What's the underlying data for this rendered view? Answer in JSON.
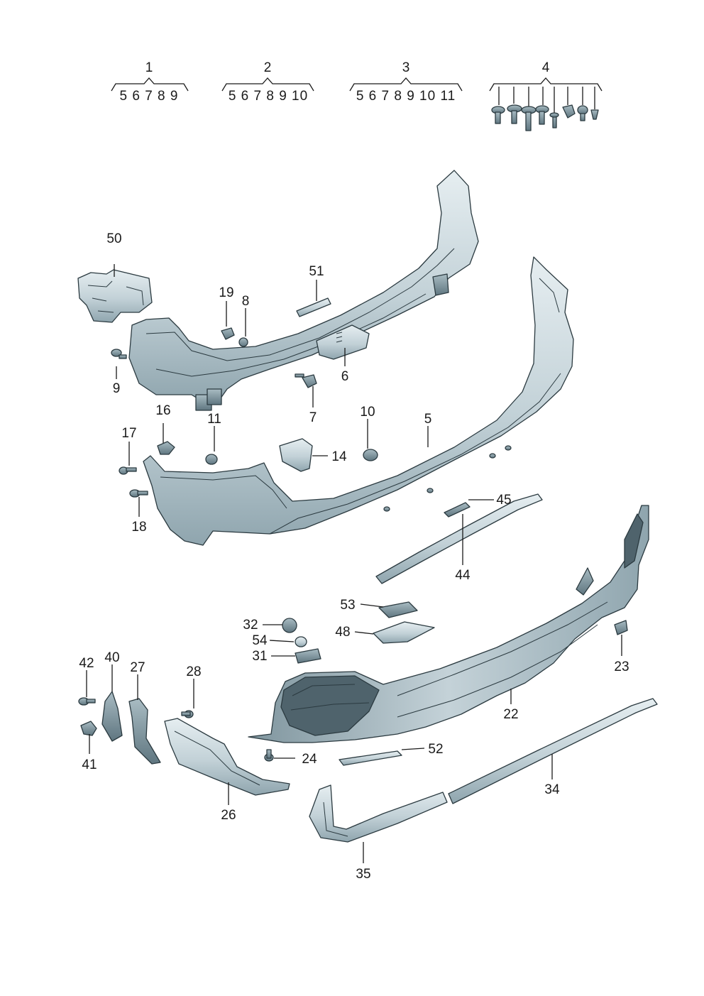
{
  "colors": {
    "part_light": "#dfe8ec",
    "part_mid": "#b9c9cf",
    "part_dark": "#5f7680",
    "outline": "#2b3a40",
    "ink": "#1a1a1a"
  },
  "groups": [
    {
      "number": "1",
      "members": "5 6 7 8 9"
    },
    {
      "number": "2",
      "members": "5 6 7 8 9 10"
    },
    {
      "number": "3",
      "members": "5 6 7 8 9 10 11"
    },
    {
      "number": "4",
      "members": ""
    }
  ],
  "labels": {
    "p50": "50",
    "p51": "51",
    "p19": "19",
    "p8": "8",
    "p9": "9",
    "p6": "6",
    "p7": "7",
    "p16": "16",
    "p17": "17",
    "p11": "11",
    "p10": "10",
    "p5": "5",
    "p14": "14",
    "p18": "18",
    "p45": "45",
    "p44": "44",
    "p53": "53",
    "p32": "32",
    "p48": "48",
    "p54": "54",
    "p31": "31",
    "p23": "23",
    "p42": "42",
    "p40": "40",
    "p27": "27",
    "p28": "28",
    "p22": "22",
    "p41": "41",
    "p24": "24",
    "p52": "52",
    "p34": "34",
    "p26": "26",
    "p35": "35"
  }
}
